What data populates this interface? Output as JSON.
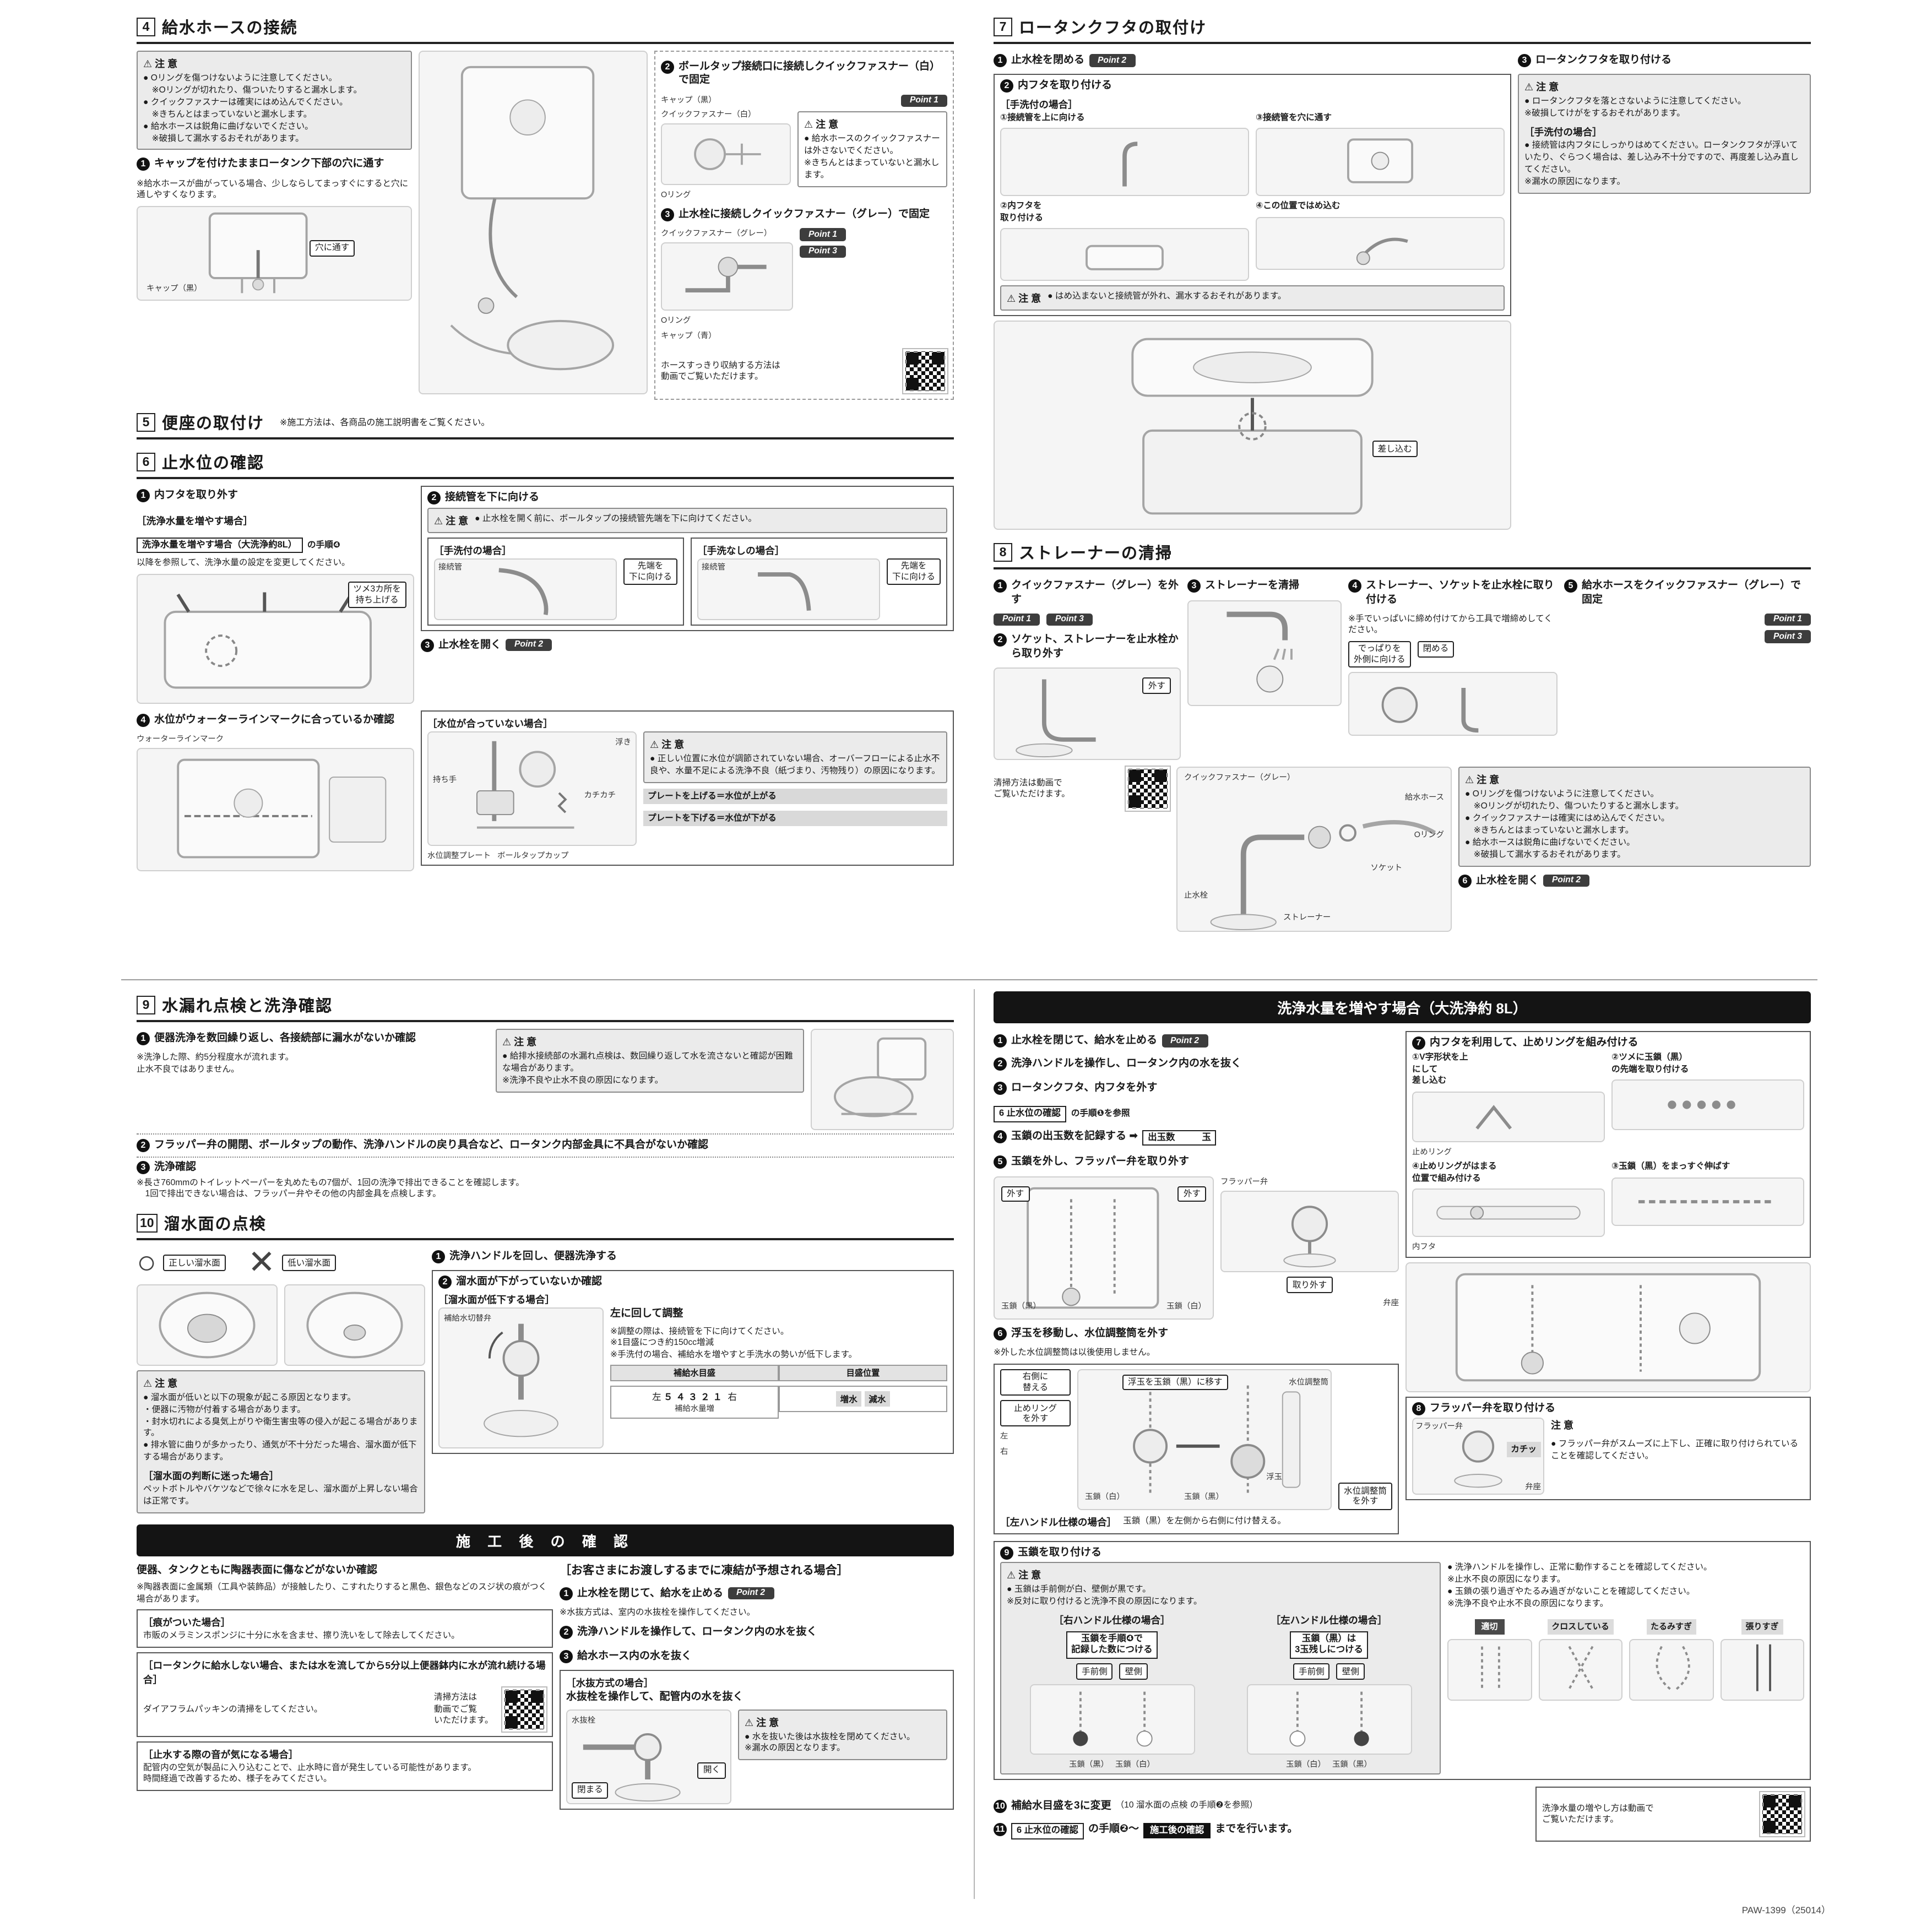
{
  "common": {
    "caution_full": "⚠ 注 意",
    "caution_plain": "注 意",
    "n1": "1",
    "n2": "2",
    "n3": "3",
    "n4": "4",
    "n5": "5",
    "n6": "6",
    "n7": "7",
    "n8": "8",
    "n9": "9",
    "n10": "10",
    "n11": "11",
    "point1": "Point 1",
    "point2": "Point 2",
    "point3": "Point 3"
  },
  "footer": "PAW-1399（25014）",
  "s4": {
    "num": "4",
    "title": "給水ホースの接続",
    "caution1": "● Oリングを傷つけないように注意してください。\n　※Oリングが切れたり、傷ついたりすると漏水します。\n● クイックファスナーは確実にはめ込んでください。\n　※きちんとはまっていないと漏水します。\n● 給水ホースは鋭角に曲げないでください。\n　※破損して漏水するおそれがあります。",
    "step1": "キャップを付けたままロータンク下部の穴に通す",
    "step1_note": "※給水ホースが曲がっている場合、少しならしてまっすぐにすると穴に通しやすくなります。",
    "tag_hole": "穴に通す",
    "cap_black1": "キャップ（黒）",
    "step2": "ボールタップ接続口に接続しクイックファスナー（白）で固定",
    "cap_black2": "キャップ（黒）",
    "qf_white": "クイックファスナー（白）",
    "caution2": "● 給水ホースのクイックファスナーは外さないでください。\n※きちんとはまっていないと漏水します。",
    "oring2": "Oリング",
    "step3": "止水栓に接続しクイックファスナー（グレー）で固定",
    "qf_gray": "クイックファスナー（グレー）",
    "oring3": "Oリング",
    "cap_blue": "キャップ（青）",
    "qr_note": "ホースすっきり収納する方法は\n動画でご覧いただけます。"
  },
  "s5": {
    "num": "5",
    "title": "便座の取付け",
    "note": "※施工方法は、各商品の施工説明書をご覧ください。"
  },
  "s6": {
    "num": "6",
    "title": "止水位の確認",
    "step1": "内フタを取り外す",
    "case1": "［洗浄水量を増やす場合］",
    "ref1": "洗浄水量を増やす場合（大洗浄約8L）",
    "ref1b": "の手順❹",
    "ref1_note": "以降を参照して、洗浄水量の設定を変更してください。",
    "tag_tsume": "ツメ3カ所を\n持ち上げる",
    "step2": "接続管を下に向ける",
    "caution2": "● 止水栓を開く前に、ボールタップの接続管先端を下に向けてください。",
    "case2a": "［手洗付の場合］",
    "case2b": "［手洗なしの場合］",
    "pipe_a": "接続管",
    "pipe_b": "接続管",
    "tip_a": "先端を\n下に向ける",
    "tip_b": "先端を\n下に向ける",
    "step3": "止水栓を開く",
    "step4": "水位がウォーターラインマークに合っているか確認",
    "wlm": "ウォーターラインマーク",
    "case4": "［水位が合っていない場合］",
    "float": "浮き",
    "handle": "持ち手",
    "click": "カチカチ",
    "plate": "水位調整プレート",
    "cup": "ボールタップカップ",
    "caution4": "● 正しい位置に水位が調節されていない場合、オーバーフローによる止水不良や、水量不足による洗浄不良（紙づまり、汚物残り）の原因になります。",
    "plate_up": "プレートを上げる＝水位が上がる",
    "plate_down": "プレートを下げる＝水位が下がる"
  },
  "s7": {
    "num": "7",
    "title": "ロータンクフタの取付け",
    "step1": "止水栓を閉める",
    "step2": "内フタを取り付ける",
    "case2": "［手洗付の場合］",
    "sub1": "①接続管を上に向ける",
    "sub2": "②内フタを\n取り付ける",
    "sub3": "③接続管を穴に通す",
    "sub4": "④この位置ではめ込む",
    "caution2": "● はめ込まないと接続管が外れ、漏水するおそれがあります。",
    "step3": "ロータンクフタを取り付ける",
    "caution3": "● ロータンクフタを落とさないように注意してください。\n※破損してけがをするおそれがあります。",
    "case3": "［手洗付の場合］",
    "case3_text": "● 接続管は内フタにしっかりはめてください。ロータンクフタが浮いていたり、ぐらつく場合は、差し込み不十分ですので、再度差し込み直してください。\n※漏水の原因になります。",
    "tag_insert": "差し込む"
  },
  "s8": {
    "num": "8",
    "title": "ストレーナーの清掃",
    "step1": "クイックファスナー（グレー）を外す",
    "step2": "ソケット、ストレーナーを止水栓から取り外す",
    "tag_off": "外す",
    "step3": "ストレーナーを清掃",
    "step4": "ストレーナー、ソケットを止水栓に取り付ける",
    "step4_note": "※手でいっぱいに締め付けてから工具で増締めしてください。",
    "tag_deppari": "でっぱりを\n外側に向ける",
    "tag_close": "閉める",
    "step5": "給水ホースをクイックファスナー（グレー）で固定",
    "lbl_qf": "クイックファスナー（グレー）",
    "lbl_hose": "給水ホース",
    "lbl_oring": "Oリング",
    "lbl_socket": "ソケット",
    "lbl_valve": "止水栓",
    "lbl_strainer": "ストレーナー",
    "caution": "● Oリングを傷つけないように注意してください。\n　※Oリングが切れたり、傷ついたりすると漏水します。\n● クイックファスナーは確実にはめ込んでください。\n　※きちんとはまっていないと漏水します。\n● 給水ホースは鋭角に曲げないでください。\n　※破損して漏水するおそれがあります。",
    "step6": "止水栓を開く",
    "qr_note": "清掃方法は動画で\nご覧いただけます。"
  },
  "s9": {
    "num": "9",
    "title": "水漏れ点検と洗浄確認",
    "step1": "便器洗浄を数回繰り返し、各接続部に漏水がないか確認",
    "step1_note": "※洗浄した際、約5分程度水が流れます。\n止水不良ではありません。",
    "caution": "● 給排水接続部の水漏れ点検は、数回繰り返して水を流さないと確認が困難な場合があります。\n※洗浄不良や止水不良の原因になります。",
    "step2": "フラッパー弁の開閉、ボールタップの動作、洗浄ハンドルの戻り具合など、ロータンク内部金具に不具合がないか確認",
    "step3": "洗浄確認",
    "step3_note": "※長さ760mmのトイレットペーパーを丸めたもの7個が、1回の洗浄で排出できることを確認します。\n　1回で排出できない場合は、フラッパー弁やその他の内部金具を点検します。"
  },
  "s10": {
    "num": "10",
    "title": "溜水面の点検",
    "ok_mark": "○",
    "ok": "正しい溜水面",
    "ng_mark": "✕",
    "ng": "低い溜水面",
    "step1": "洗浄ハンドルを回し、便器洗浄する",
    "step2": "溜水面が下がっていないか確認",
    "case1": "［溜水面が低下する場合］",
    "valve": "補給水切替弁",
    "adjust": "左に回して調整",
    "adjust_note": "※調整の際は、接続管を下に向けてください。\n※1目盛につき約150cc増減\n※手洗付の場合、補給水を増やすと手洗水の勢いが低下します。",
    "th1": "補給水目盛",
    "th2": "目盛位置",
    "scale_left": "左",
    "scale_nums": "５４３２１",
    "scale_right": "右",
    "inc_label": "補給水量増",
    "inc": "増水",
    "dec": "減水",
    "caution": "● 溜水面が低いと以下の現象が起こる原因となります。\n・便器に汚物が付着する場合があります。\n・封水切れによる臭気上がりや衛生害虫等の侵入が起こる場合があります。\n● 排水管に曲りが多かったり、通気が不十分だった場合、溜水面が低下する場合があります。",
    "case2": "［溜水面の判断に迷った場合］",
    "case2_text": "ペットボトルやバケツなどで徐々に水を足し、溜水面が上昇しない場合は正常です。"
  },
  "post": {
    "title": "施 工 後 の 確 認",
    "check1": "便器、タンクともに陶器表面に傷などがないか確認",
    "check1_note": "※陶器表面に金属類（工具や装飾品）が接触したり、こすれたりすると黒色、銀色などのスジ状の痕がつく場合があります。",
    "case1": "［痕がついた場合］",
    "case1_text": "市販のメラミンスポンジに十分に水を含ませ、擦り洗いをして除去してください。",
    "case2": "［ロータンクに給水しない場合、または水を流してから5分以上便器鉢内に水が流れ続ける場合］",
    "case2_text": "ダイアフラムパッキンの清掃をしてください。",
    "qr_note": "清掃方法は\n動画でご覧\nいただけます。",
    "case3": "［止水する際の音が気になる場合］",
    "case3_text": "配管内の空気が製品に入り込むことで、止水時に音が発生している可能性があります。\n時間経過で改善するため、様子をみてください。",
    "right_title": "［お客さまにお渡しするまでに凍結が予想される場合］",
    "step1": "止水栓を閉じて、給水を止める",
    "step1_note": "※水抜方式は、室内の水抜栓を操作してください。",
    "step2": "洗浄ハンドルを操作して、ロータンク内の水を抜く",
    "step3": "給水ホース内の水を抜く",
    "case4": "［水抜方式の場合］",
    "case4_text": "水抜栓を操作して、配管内の水を抜く",
    "lbl_valve": "水抜栓",
    "tag_close": "閉まる",
    "tag_open": "開く",
    "caution": "● 水を抜いた後は水抜栓を閉めてください。\n※漏水の原因となります。"
  },
  "inc": {
    "title": "洗浄水量を増やす場合（大洗浄約 8L）",
    "step1": "止水栓を閉じて、給水を止める",
    "step2": "洗浄ハンドルを操作し、ロータンク内の水を抜く",
    "step3": "ロータンクフタ、内フタを外す",
    "ref3": "6 止水位の確認",
    "ref3b": "の手順❶を参照",
    "step4": "玉鎖の出玉数を記録する ➡",
    "box4": "出玉数　　　玉",
    "step5": "玉鎖を外し、フラッパー弁を取り外す",
    "tag_off": "外す",
    "lbl_chain_b": "玉鎖（黒）",
    "lbl_chain_w": "玉鎖（白）",
    "lbl_flapper": "フラッパー弁",
    "tag_remove": "取り外す",
    "lbl_benza": "弁座",
    "step6": "浮玉を移動し、水位調整筒を外す",
    "step6_note": "※外した水位調整筒は以後使用しません。",
    "tag_right": "右側に\n替える",
    "tag_ringoff": "止めリング\nを外す",
    "tag_floatmove": "浮玉を玉鎖（黒）に移す",
    "lbl_cyl": "水位調整筒",
    "lbl_float": "浮玉",
    "lbl_left": "左",
    "lbl_right": "右",
    "case6": "［左ハンドル仕様の場合］",
    "case6_text": "玉鎖（黒）を左側から右側に付け替える。",
    "tag_cyloff": "水位調整筒\nを外す",
    "step7": "内フタを利用して、止めリングを組み付ける",
    "sub7_1": "①V字形状を上\nにして\n差し込む",
    "sub7_2": "②ツメに玉鎖（黒）\nの先端を取り付ける",
    "sub7_3": "③玉鎖（黒）をまっすぐ伸ばす",
    "sub7_4": "④止めリングがはまる\n位置で組み付ける",
    "lbl_ring": "止めリング",
    "lbl_innerlid": "内フタ",
    "step8": "フラッパー弁を取り付ける",
    "lbl_flapper8": "フラッパー弁",
    "lbl_click": "カチッ",
    "lbl_benza8": "弁座",
    "caution8": "● フラッパー弁がスムーズに上下し、正確に取り付けられていることを確認してください。",
    "step9": "玉鎖を取り付ける",
    "caution9a": "● 玉鎖は手前側が白、壁側が黒です。\n※反対に取り付けると洗浄不良の原因になります。",
    "case9a": "［右ハンドル仕様の場合］",
    "case9b": "［左ハンドル仕様の場合］",
    "box9a": "玉鎖を手順❹で\n記録した数につける",
    "box9b": "玉鎖（黒）は\n3玉残しにつける",
    "lbl_front": "手前側",
    "lbl_wall": "壁側",
    "lbl_cb": "玉鎖（黒）",
    "lbl_cw": "玉鎖（白）",
    "caution9b": "● 洗浄ハンドルを操作し、正常に動作することを確認してください。\n※止水不良の原因になります。\n● 玉鎖の張り過ぎやたるみ過ぎがないことを確認してください。\n※洗浄不良や止水不良の原因になります。",
    "tag_ok": "適切",
    "tag_cross": "クロスしている",
    "tag_slack": "たるみすぎ",
    "tag_tight": "張りすぎ",
    "step10": "補給水目盛を3に変更",
    "ref10": "（10 溜水面の点検 の手順❷を参照）",
    "step11_ref": "6 止水位の確認",
    "step11_b": "の手順❷〜",
    "step11_inv": "施工後の確認",
    "step11_d": "までを行います。",
    "qr_note": "洗浄水量の増やし方は動画で\nご覧いただけます。"
  }
}
